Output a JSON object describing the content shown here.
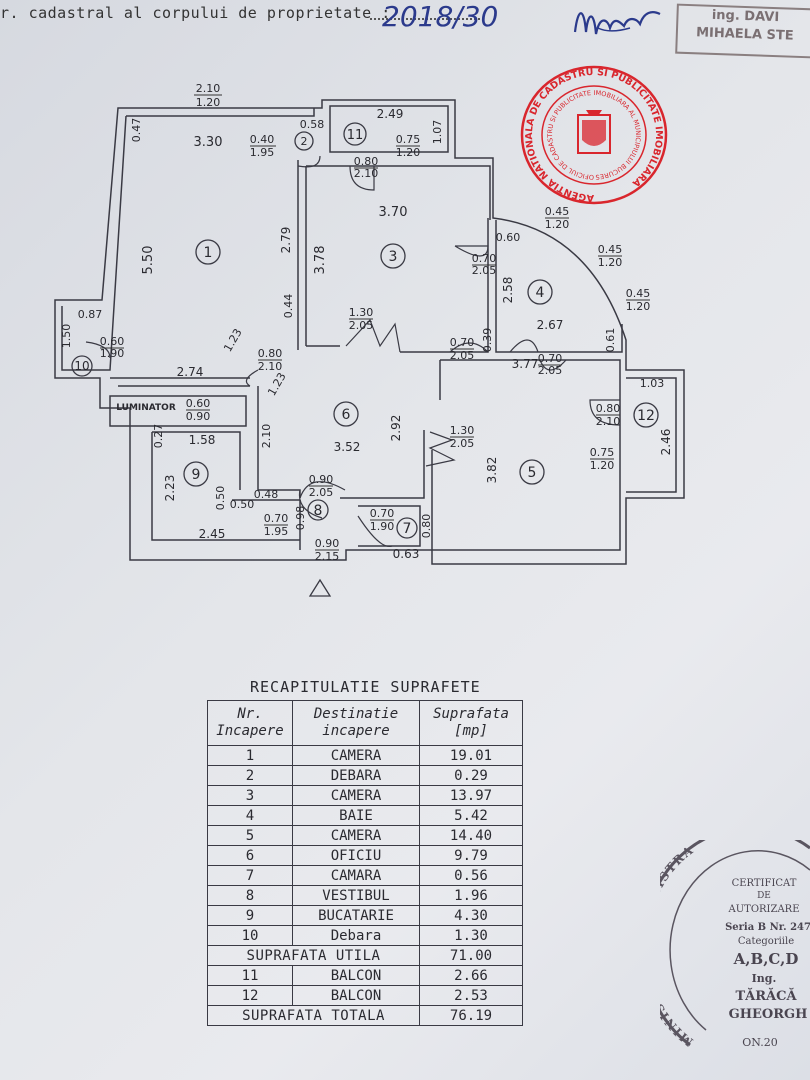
{
  "header": {
    "text": "r. cadastral al corpului de proprietate :",
    "number": "2018/30",
    "stamp_line1": "ing. DAVI",
    "stamp_line2": "MIHAELA STE"
  },
  "red_stamp": {
    "ring_text": "AGENTIA NATIONALA DE CADASTRU SI PUBLICITATE IMOBILIARA",
    "inner_text": "OFICIUL DE CADASTRU SI PUBLICITATE IMOBILIARA AL MUNICIPIULUI BUCURESTI",
    "color": "#d9262d"
  },
  "round_stamp": {
    "ring_text": "MINISTERUL ADMINISTRA",
    "line1": "CERTIFICAT",
    "line2": "DE",
    "line3": "AUTORIZARE",
    "line4": "Seria B Nr. 247",
    "line5": "Categoriile",
    "line6": "A,B,C,D",
    "line7": "Ing.",
    "line8": "TĂRĂCĂ",
    "line9": "GHEORGH",
    "line10": "ON.20"
  },
  "plan": {
    "rooms": [
      "1",
      "2",
      "3",
      "4",
      "5",
      "6",
      "7",
      "8",
      "9",
      "10",
      "11",
      "12"
    ],
    "dims": {
      "d1": "2.10",
      "d2": "1.20",
      "d3": "2.49",
      "d4": "0.47",
      "d5": "3.30",
      "d6": "0.40",
      "d7": "1.95",
      "d8": "0.58",
      "d9": "0.75",
      "d10": "1.20",
      "d11": "1.07",
      "d12": "0.80",
      "d13": "2.10",
      "d14": "3.70",
      "d15": "0.45",
      "d16": "1.20",
      "d17": "5.50",
      "d18": "2.79",
      "d19": "3.78",
      "d20": "0.60",
      "d21": "0.45",
      "d22": "1.20",
      "d23": "0.70",
      "d24": "2.05",
      "d25": "2.58",
      "d26": "0.45",
      "d27": "1.20",
      "d28": "0.87",
      "d29": "0.44",
      "d30": "1.30",
      "d31": "2.05",
      "d32": "2.67",
      "d33": "1.50",
      "d34": "0.60",
      "d35": "1.90",
      "d36": "1.23",
      "d37": "0.80",
      "d38": "2.10",
      "d39": "0.70",
      "d40": "2.05",
      "d41": "0.39",
      "d42": "0.70",
      "d43": "2.05",
      "d44": "0.61",
      "d45": "2.74",
      "d46": "1.23",
      "d47": "3.77",
      "d48": "1.03",
      "d49": "0.60",
      "d50": "0.90",
      "d51": "0.80",
      "d52": "2.10",
      "d53": "2.92",
      "d54": "0.27",
      "d55": "1.58",
      "d56": "2.10",
      "d57": "3.52",
      "d58": "1.30",
      "d59": "2.05",
      "d60": "3.82",
      "d61": "0.75",
      "d62": "1.20",
      "d63": "2.46",
      "d64": "2.23",
      "d65": "0.50",
      "d66": "0.90",
      "d67": "2.05",
      "d68": "0.48",
      "d69": "0.50",
      "d70": "0.70",
      "d71": "1.95",
      "d72": "0.98",
      "d73": "0.70",
      "d74": "1.90",
      "d75": "0.80",
      "d76": "2.45",
      "d77": "0.90",
      "d78": "2.15",
      "d79": "0.63"
    },
    "luminator": "LUMINATOR"
  },
  "recap": {
    "title": "RECAPITULATIE SUPRAFETE",
    "col1": [
      "Nr.",
      "Incapere"
    ],
    "col2": [
      "Destinatie",
      "incapere"
    ],
    "col3": [
      "Suprafata",
      "[mp]"
    ],
    "rows": [
      {
        "nr": "1",
        "dest": "CAMERA",
        "sup": "19.01"
      },
      {
        "nr": "2",
        "dest": "DEBARA",
        "sup": "0.29"
      },
      {
        "nr": "3",
        "dest": "CAMERA",
        "sup": "13.97"
      },
      {
        "nr": "4",
        "dest": "BAIE",
        "sup": "5.42"
      },
      {
        "nr": "5",
        "dest": "CAMERA",
        "sup": "14.40"
      },
      {
        "nr": "6",
        "dest": "OFICIU",
        "sup": "9.79"
      },
      {
        "nr": "7",
        "dest": "CAMARA",
        "sup": "0.56"
      },
      {
        "nr": "8",
        "dest": "VESTIBUL",
        "sup": "1.96"
      },
      {
        "nr": "9",
        "dest": "BUCATARIE",
        "sup": "4.30"
      },
      {
        "nr": "10",
        "dest": "Debara",
        "sup": "1.30"
      }
    ],
    "utila_label": "SUPRAFATA UTILA",
    "utila_value": "71.00",
    "balcony_rows": [
      {
        "nr": "11",
        "dest": "BALCON",
        "sup": "2.66"
      },
      {
        "nr": "12",
        "dest": "BALCON",
        "sup": "2.53"
      }
    ],
    "total_label": "SUPRAFATA TOTALA",
    "total_value": "76.19"
  }
}
